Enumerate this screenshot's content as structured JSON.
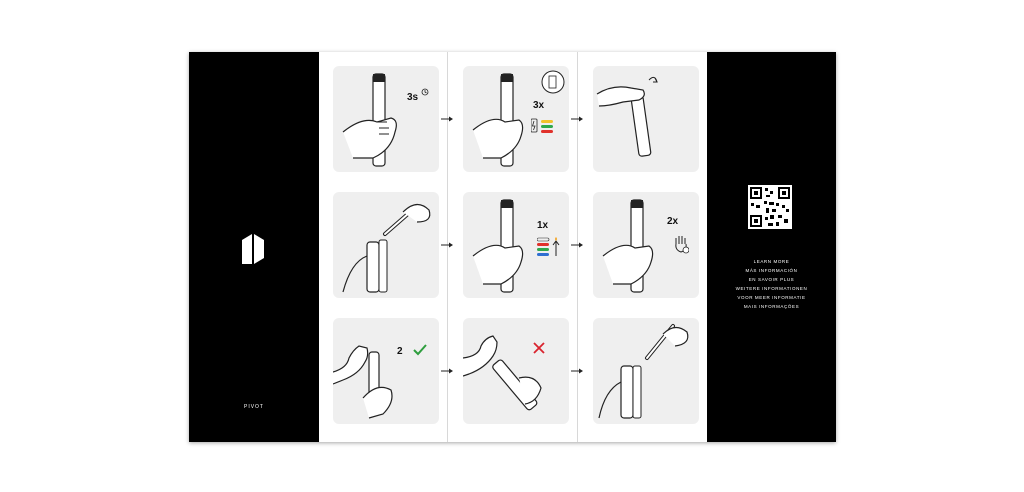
{
  "brand": {
    "name": "PIVOT"
  },
  "info": {
    "lines": [
      "LEARN MORE",
      "MÁS INFORMACIÓN",
      "EN SAVOIR PLUS",
      "WEITERE INFORMATIONEN",
      "VOOR MEER INFORMATIE",
      "MAIS INFORMAÇÕES"
    ]
  },
  "steps": {
    "s1": "3s",
    "s2": "3x",
    "s5": "1x",
    "s6": "2x",
    "s7": "2"
  },
  "colors": {
    "panel": "#000000",
    "check": "#2e9e3e",
    "cross": "#d9232e",
    "led_red": "#e0312b",
    "led_yellow": "#f2c22a",
    "led_green": "#2fa84a",
    "led_blue": "#2f6fd1"
  },
  "icons": [
    "logo-icon",
    "qr-code-icon",
    "timer-icon",
    "battery-icon",
    "led-bars-icon",
    "flame-icon",
    "hand-icon",
    "check-icon",
    "cross-icon",
    "arrow-right-icon"
  ]
}
